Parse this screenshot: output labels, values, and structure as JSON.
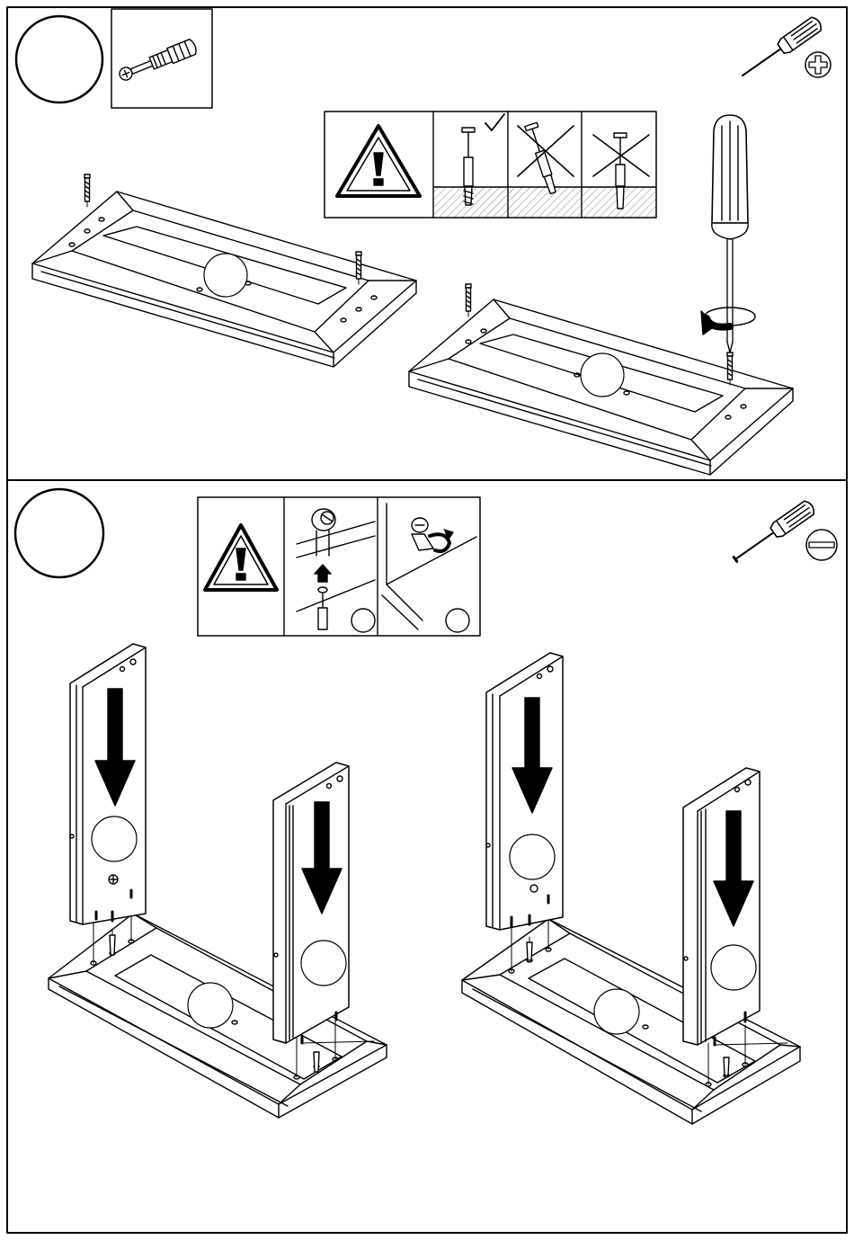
{
  "document": {
    "type": "assembly-instructions",
    "page_label": "",
    "text_content": []
  },
  "steps": [
    {
      "step_number": "",
      "tool": "phillips-screwdriver",
      "hardware": "cam-dowel-screw",
      "action": "screw-in-clockwise",
      "warning_examples": [
        {
          "name": "dowel-straight",
          "result": "correct"
        },
        {
          "name": "dowel-tilted",
          "result": "wrong"
        },
        {
          "name": "dowel-too-deep",
          "result": "wrong"
        }
      ]
    },
    {
      "step_number": "",
      "tool": "flat-screwdriver",
      "hardware": "cam-lock",
      "action": "insert-side-panels-down",
      "warning_examples": [
        {
          "name": "cam-orientation",
          "result": "info"
        },
        {
          "name": "cam-tighten",
          "result": "info"
        }
      ]
    }
  ],
  "colors": {
    "line": "#000000",
    "background": "#ffffff",
    "hatch": "#888888"
  }
}
